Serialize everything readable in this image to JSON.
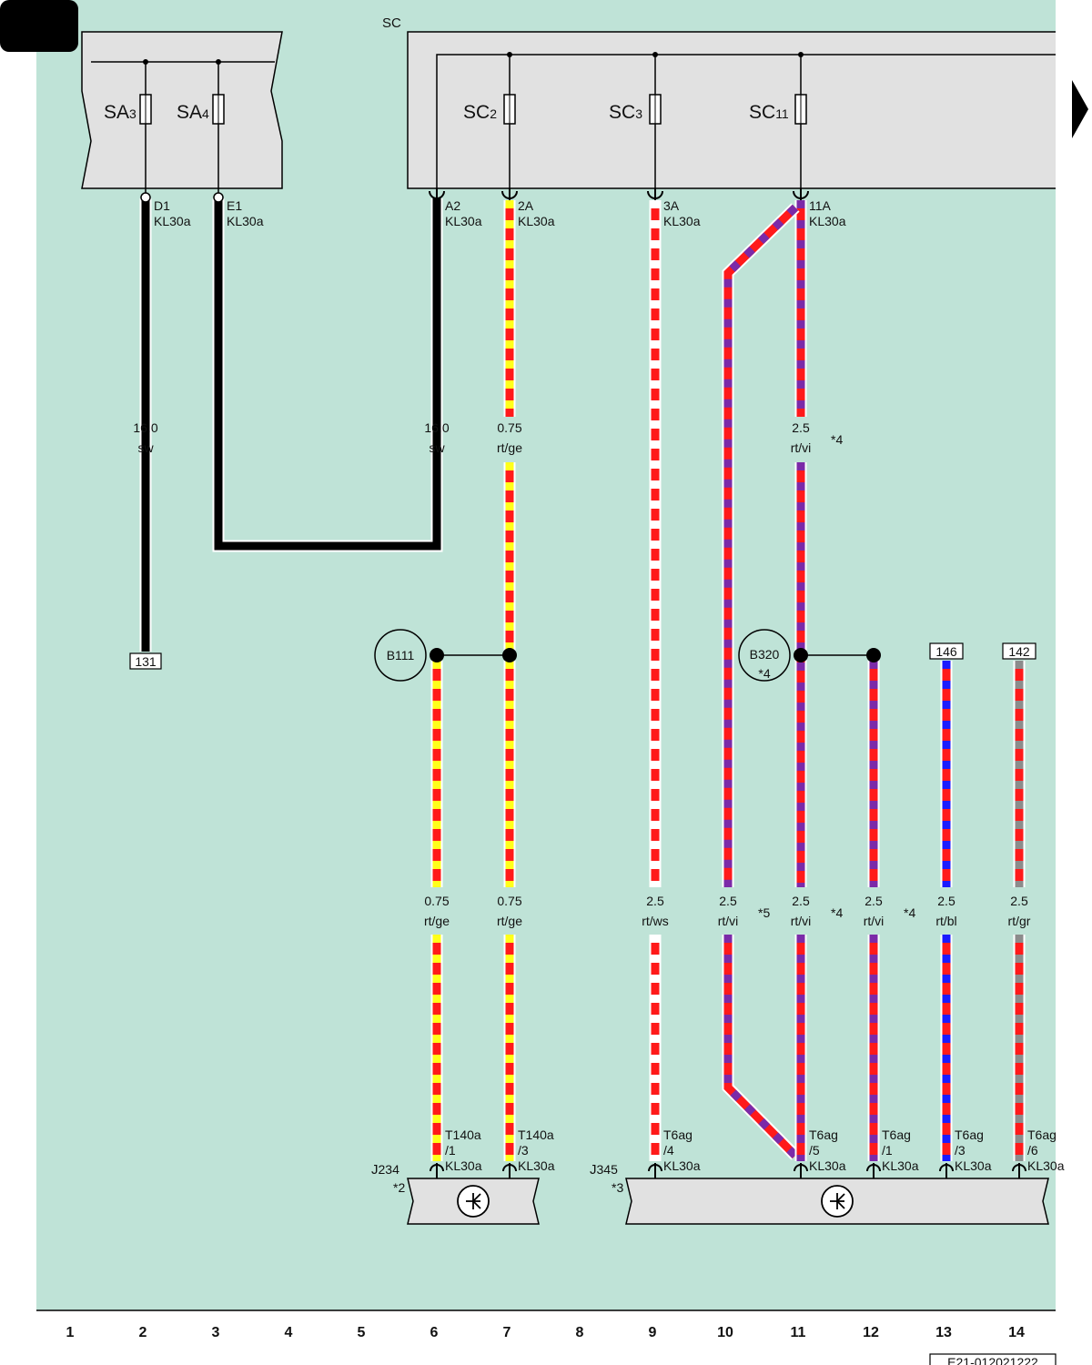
{
  "header": {
    "sc_label": "SC"
  },
  "fuses": [
    {
      "id": "SA3",
      "main": "SA",
      "sub": "3"
    },
    {
      "id": "SA4",
      "main": "SA",
      "sub": "4"
    },
    {
      "id": "SC2",
      "main": "SC",
      "sub": "2"
    },
    {
      "id": "SC3",
      "main": "SC",
      "sub": "3"
    },
    {
      "id": "SC11",
      "main": "SC",
      "sub": "11"
    }
  ],
  "top_pins": [
    {
      "pin": "D1",
      "term": "KL30a"
    },
    {
      "pin": "E1",
      "term": "KL30a"
    },
    {
      "pin": "A2",
      "term": "KL30a"
    },
    {
      "pin": "2A",
      "term": "KL30a"
    },
    {
      "pin": "3A",
      "term": "KL30a"
    },
    {
      "pin": "11A",
      "term": "KL30a"
    }
  ],
  "upper_wires": [
    {
      "size": "16.0",
      "color": "sw"
    },
    {
      "size": "16.0",
      "color": "sw"
    },
    {
      "size": "0.75",
      "color": "rt/ge"
    },
    {
      "size": "2.5",
      "color": "rt/vi",
      "note": "*4"
    }
  ],
  "lower_wires": [
    {
      "size": "0.75",
      "color": "rt/ge"
    },
    {
      "size": "0.75",
      "color": "rt/ge"
    },
    {
      "size": "2.5",
      "color": "rt/ws"
    },
    {
      "size": "2.5",
      "color": "rt/vi",
      "note": "*5"
    },
    {
      "size": "2.5",
      "color": "rt/vi",
      "note": "*4"
    },
    {
      "size": "2.5",
      "color": "rt/vi",
      "note": "*4"
    },
    {
      "size": "2.5",
      "color": "rt/bl"
    },
    {
      "size": "2.5",
      "color": "rt/gr"
    }
  ],
  "splices": [
    {
      "id": "B111",
      "note": ""
    },
    {
      "id": "B320",
      "note": "*4"
    }
  ],
  "references": [
    "131",
    "146",
    "142"
  ],
  "bottom_pins": [
    {
      "conn": "T140a",
      "pin": "/1",
      "term": "KL30a"
    },
    {
      "conn": "T140a",
      "pin": "/3",
      "term": "KL30a"
    },
    {
      "conn": "T6ag",
      "pin": "/4",
      "term": "KL30a"
    },
    {
      "conn": "T6ag",
      "pin": "/5",
      "term": "KL30a"
    },
    {
      "conn": "T6ag",
      "pin": "/1",
      "term": "KL30a"
    },
    {
      "conn": "T6ag",
      "pin": "/3",
      "term": "KL30a"
    },
    {
      "conn": "T6ag",
      "pin": "/6",
      "term": "KL30a"
    }
  ],
  "components": [
    {
      "main": "J",
      "sub": "234",
      "note": "*2"
    },
    {
      "main": "J",
      "sub": "345",
      "note": "*3"
    }
  ],
  "columns": [
    "1",
    "2",
    "3",
    "4",
    "5",
    "6",
    "7",
    "8",
    "9",
    "10",
    "11",
    "12",
    "13",
    "14"
  ],
  "footer_code": "E21-012021222",
  "colors": {
    "background": "#bfe3d7",
    "box": "#e1e1e1",
    "sw": "#000000",
    "rt": "#ff1a1a",
    "ge": "#ffff1a",
    "vi": "#7b2aa8",
    "ws": "#ffffff",
    "bl": "#1a1aff",
    "gr": "#8c8c8c"
  }
}
